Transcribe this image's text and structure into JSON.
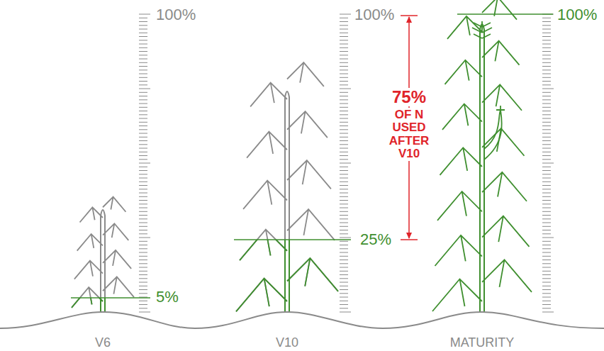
{
  "diagram": {
    "labels": [
      "100%",
      "100%",
      "100%",
      "5%",
      "25%",
      "75%",
      "OF N USED AFTER V10",
      "V6",
      "V10",
      "MATURITY"
    ]
  }
}
